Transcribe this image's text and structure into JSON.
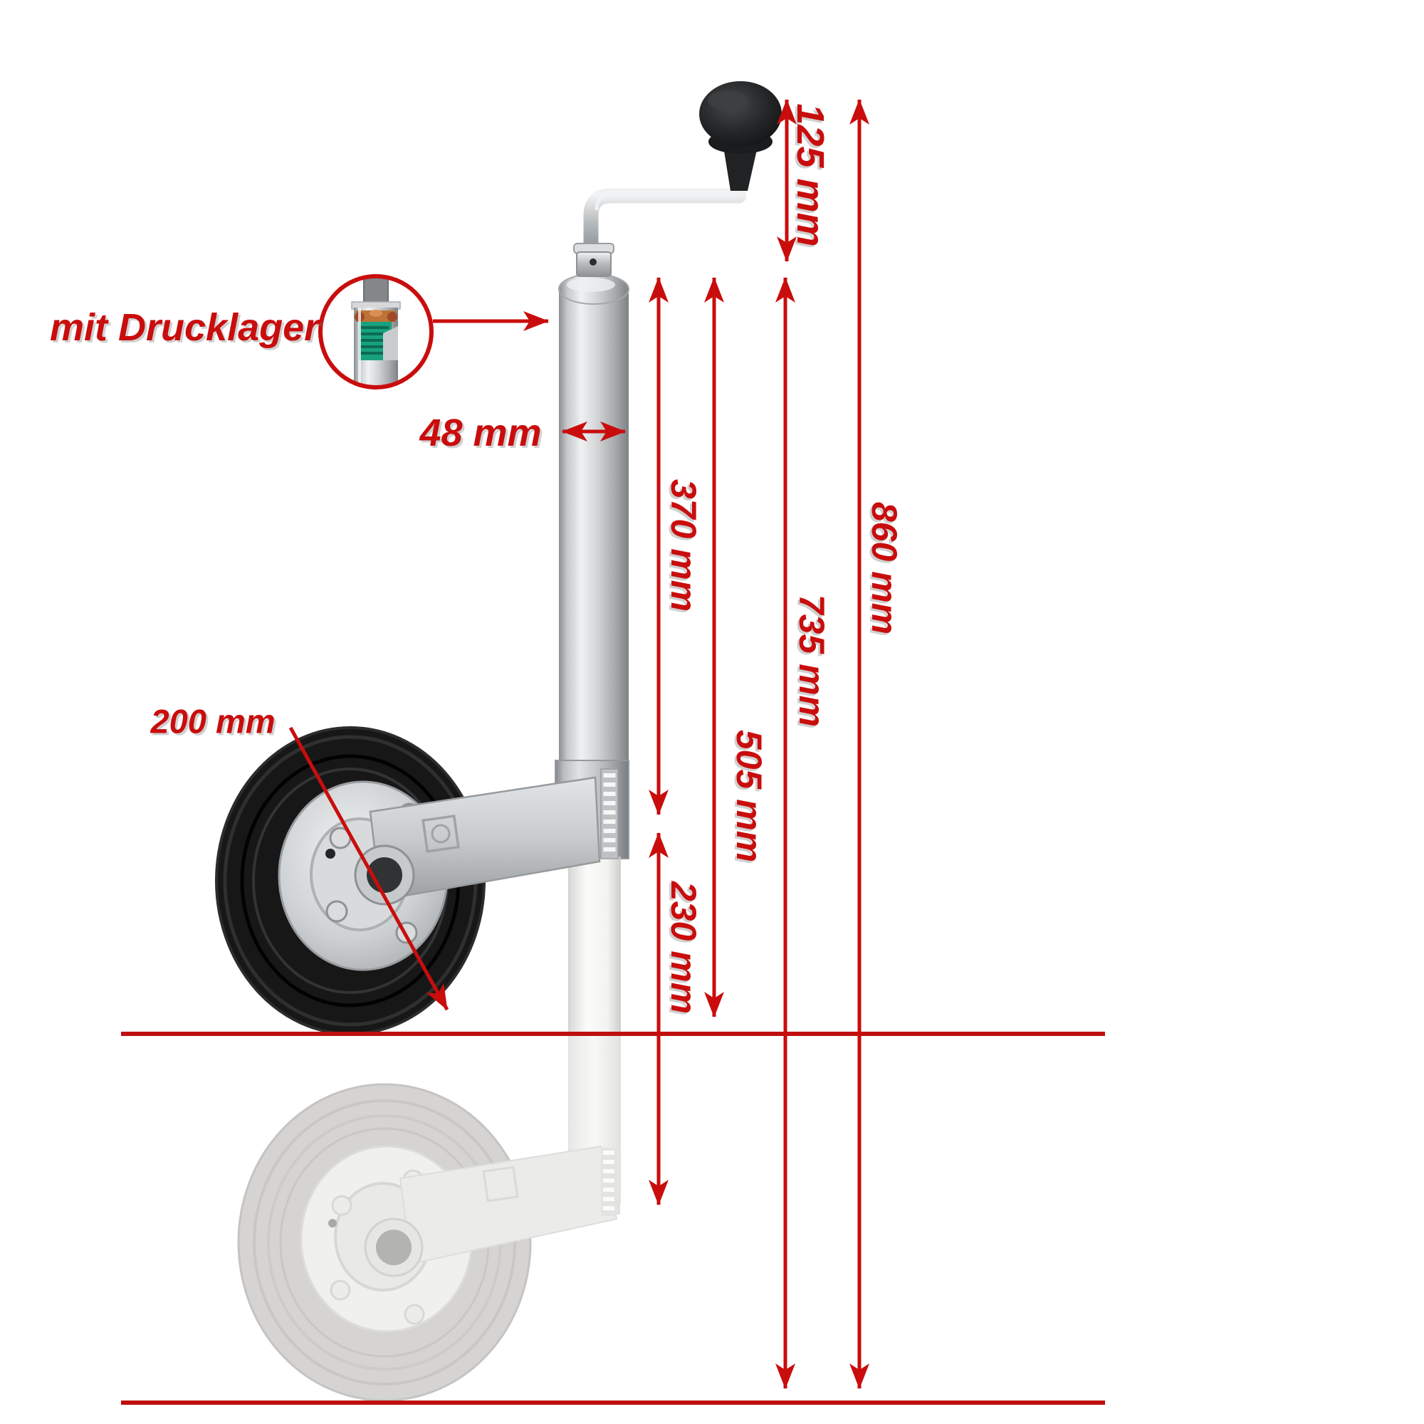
{
  "colors": {
    "accent_red": "#c90d0d",
    "tire_black": "#171717",
    "metal_silver": "#c9ccce",
    "knob_black": "#1c1d1f",
    "spring_green": "#18a17d",
    "copper_bronze": "#bd7436",
    "ghost_grey": "#d5d4d2",
    "background": "#ffffff"
  },
  "callout": {
    "label": "mit Drucklager"
  },
  "dimensions": {
    "crank_offset": {
      "label": "125 mm"
    },
    "tube_diameter": {
      "label": "48 mm"
    },
    "outer_tube_length": {
      "label": "370 mm"
    },
    "support_height_retracted": {
      "label": "505 mm"
    },
    "extension_stroke": {
      "label": "230 mm"
    },
    "support_height_extended": {
      "label": "735 mm"
    },
    "total_height": {
      "label": "860 mm"
    },
    "wheel_diameter": {
      "label": "200 mm"
    }
  }
}
